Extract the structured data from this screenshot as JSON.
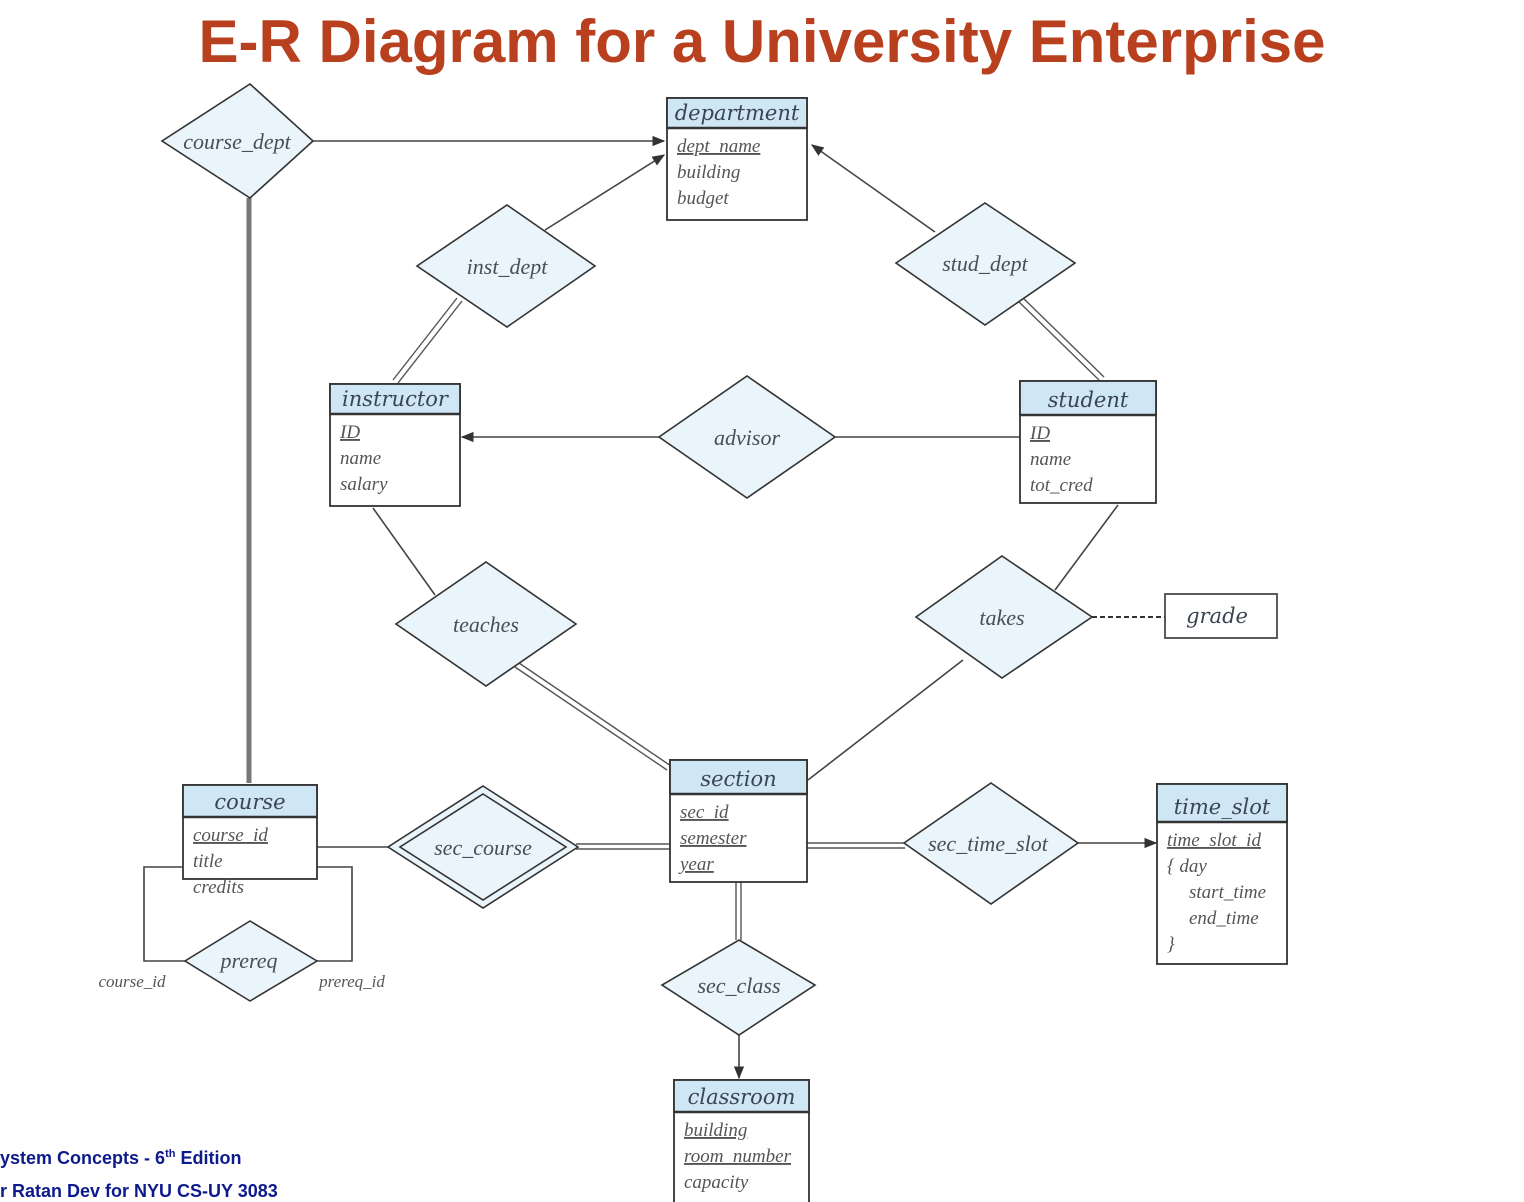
{
  "title": "E-R Diagram for a University Enterprise",
  "colors": {
    "title": "#b8401e",
    "entity_header_fill": "#cfe6f5",
    "relationship_fill": "#eaf4fb",
    "footer": "#0d1a8c"
  },
  "entities": {
    "department": {
      "name": "department",
      "attributes": [
        "dept_name",
        "building",
        "budget"
      ],
      "keys": [
        "dept_name"
      ]
    },
    "instructor": {
      "name": "instructor",
      "attributes": [
        "ID",
        "name",
        "salary"
      ],
      "keys": [
        "ID"
      ]
    },
    "student": {
      "name": "student",
      "attributes": [
        "ID",
        "name",
        "tot_cred"
      ],
      "keys": [
        "ID"
      ]
    },
    "course": {
      "name": "course",
      "attributes": [
        "course_id",
        "title",
        "credits"
      ],
      "keys": [
        "course_id"
      ]
    },
    "section": {
      "name": "section",
      "attributes": [
        "sec_id",
        "semester",
        "year"
      ],
      "keys": [
        "sec_id",
        "semester",
        "year"
      ],
      "weak": true
    },
    "time_slot": {
      "name": "time_slot",
      "attributes": [
        "time_slot_id",
        "{  day",
        "start_time",
        "end_time",
        "}"
      ],
      "keys": [
        "time_slot_id"
      ]
    },
    "classroom": {
      "name": "classroom",
      "attributes": [
        "building",
        "room_number",
        "capacity"
      ],
      "keys": [
        "building",
        "room_number"
      ]
    }
  },
  "relationships": {
    "course_dept": "course_dept",
    "inst_dept": "inst_dept",
    "stud_dept": "stud_dept",
    "advisor": "advisor",
    "teaches": "teaches",
    "takes": "takes",
    "sec_course": "sec_course",
    "sec_time_slot": "sec_time_slot",
    "sec_class": "sec_class",
    "prereq": "prereq"
  },
  "relationship_attributes": {
    "takes": "grade"
  },
  "roles": {
    "prereq_left": "course_id",
    "prereq_right": "prereq_id"
  },
  "footer": {
    "line1_prefix": "ystem Concepts - 6",
    "line1_sup": "th",
    "line1_suffix": " Edition",
    "line2": "r Ratan Dev for NYU CS-UY 3083"
  }
}
